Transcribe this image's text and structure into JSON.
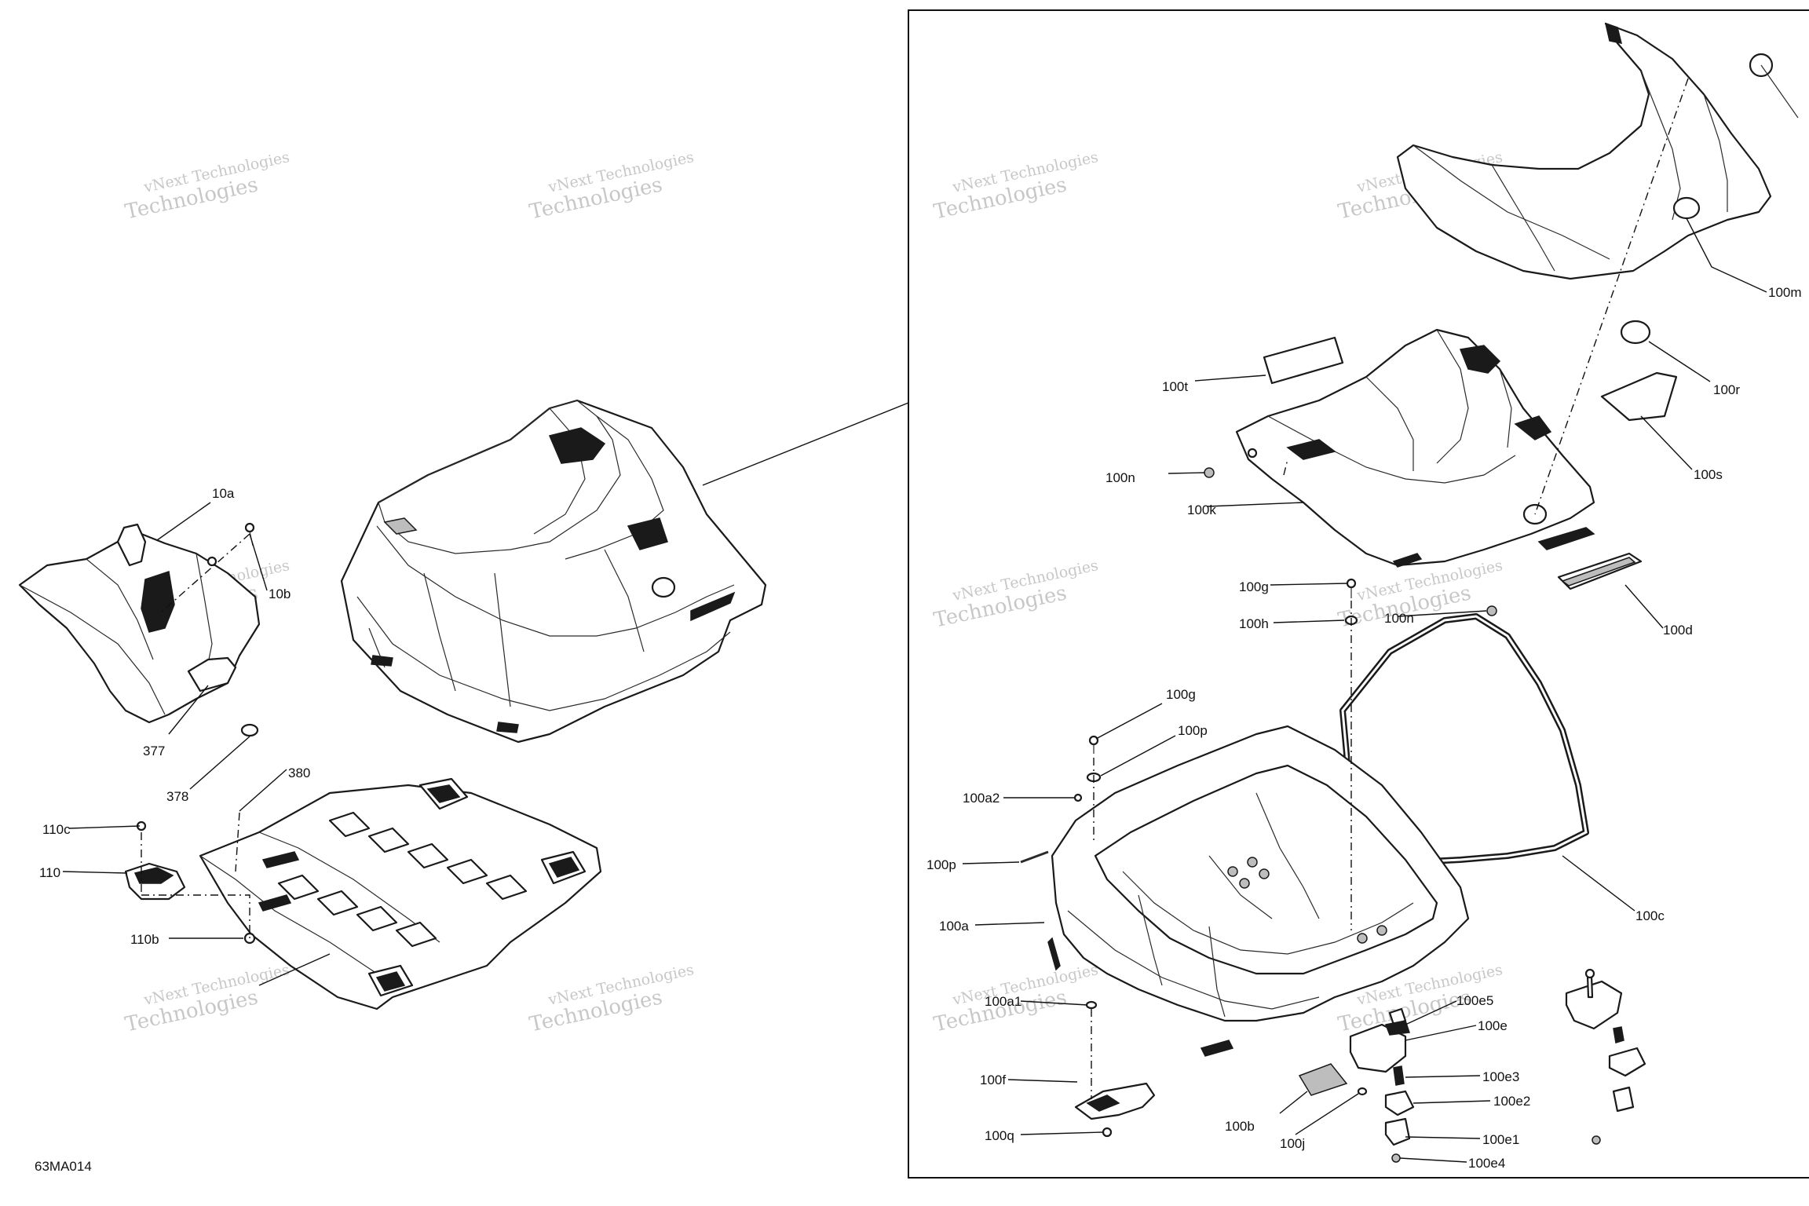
{
  "diagram": {
    "figure_code": "63MA014",
    "watermark": {
      "line1": "vNext Technologies",
      "line2": "Technologies",
      "line3": "vNext"
    },
    "labels": {
      "l10a": "10a",
      "l10b": "10b",
      "l377": "377",
      "l378": "378",
      "l380": "380",
      "l110c": "110c",
      "l110": "110",
      "l110b": "110b",
      "l100m": "100m",
      "l100t": "100t",
      "l100r": "100r",
      "l100n_a": "100n",
      "l100k": "100k",
      "l100s": "100s",
      "l100g_a": "100g",
      "l100h": "100h",
      "l100n_b": "100n",
      "l100d": "100d",
      "l100g_b": "100g",
      "l100p_a": "100p",
      "l100a2": "100a2",
      "l100p_b": "100p",
      "l100a": "100a",
      "l100c": "100c",
      "l100a1": "100a1",
      "l100e5": "100e5",
      "l100e": "100e",
      "l100f": "100f",
      "l100e3": "100e3",
      "l100e2": "100e2",
      "l100b": "100b",
      "l100j": "100j",
      "l100q": "100q",
      "l100e1": "100e1",
      "l100e4": "100e4"
    }
  }
}
